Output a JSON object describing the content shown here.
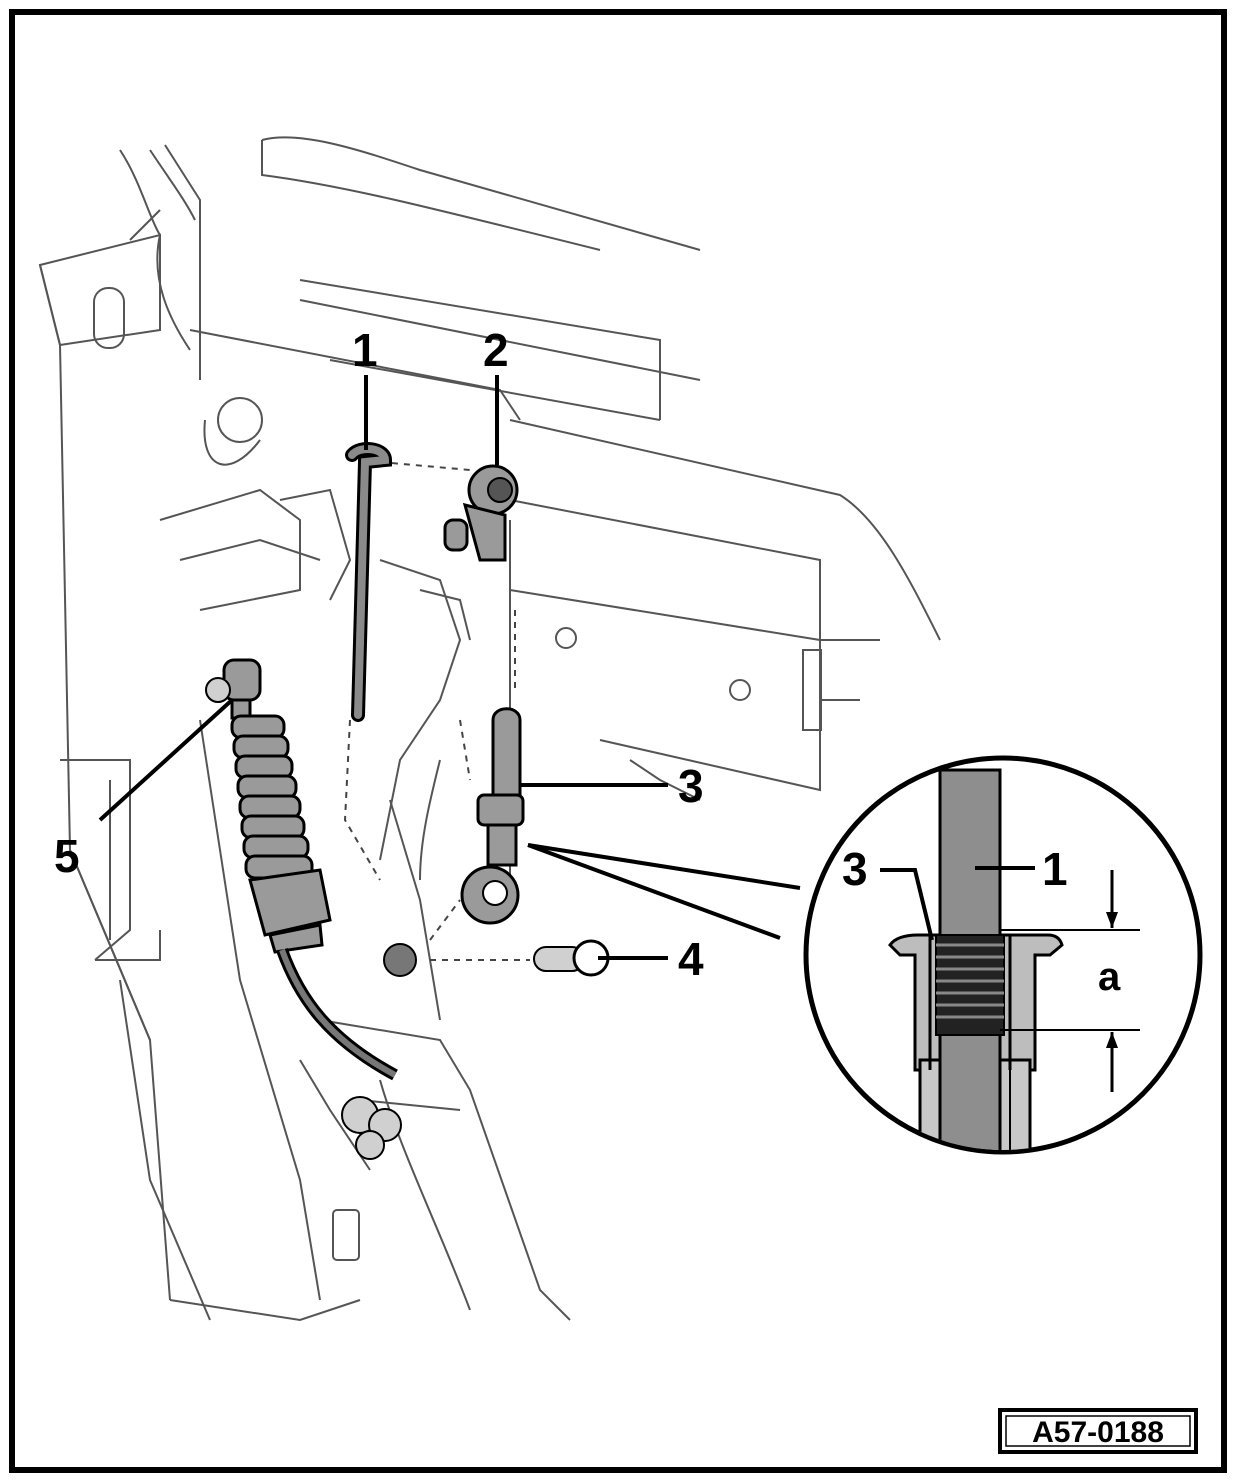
{
  "callouts": {
    "c1": "1",
    "c2": "2",
    "c3": "3",
    "c4": "4",
    "c5": "5"
  },
  "detail": {
    "c3": "3",
    "c1": "1",
    "dimension": "a"
  },
  "figure_id": "A57-0188"
}
